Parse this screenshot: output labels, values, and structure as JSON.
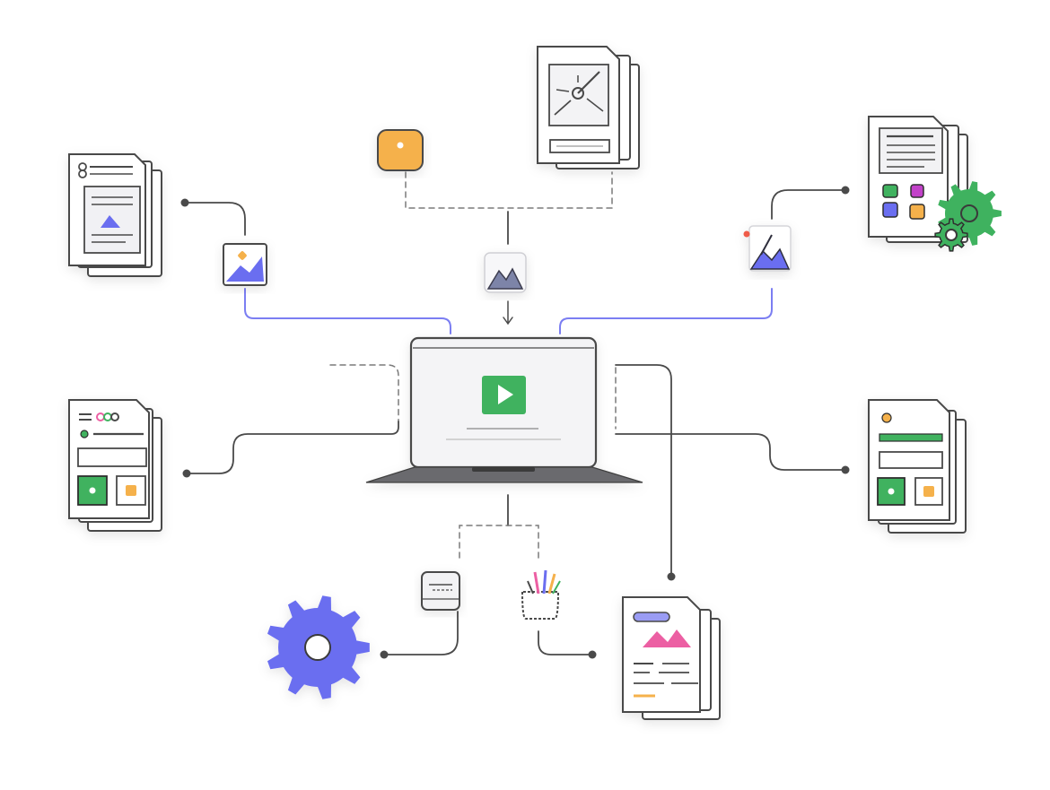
{
  "diagram": {
    "type": "network-illustration",
    "hub": {
      "icon": "laptop-play-icon"
    },
    "nodes": [
      {
        "id": "doc-top-left",
        "icon": "document-stack-icon"
      },
      {
        "id": "doc-top-center",
        "icon": "document-stack-icon"
      },
      {
        "id": "doc-top-right",
        "icon": "document-stack-icon"
      },
      {
        "id": "doc-mid-left",
        "icon": "document-stack-icon"
      },
      {
        "id": "doc-mid-right",
        "icon": "document-stack-icon"
      },
      {
        "id": "doc-bottom-right",
        "icon": "document-stack-icon"
      },
      {
        "id": "gear-bottom-left",
        "icon": "gear-icon"
      },
      {
        "id": "gear-top-right",
        "icon": "gear-icon"
      }
    ],
    "colors": {
      "line": "#4a4a4a",
      "accent_purple": "#6b6ef0",
      "green": "#3fb25f",
      "orange": "#f5b14c",
      "pink": "#ec5fa3",
      "gray_fill": "#f3f3f5"
    }
  }
}
